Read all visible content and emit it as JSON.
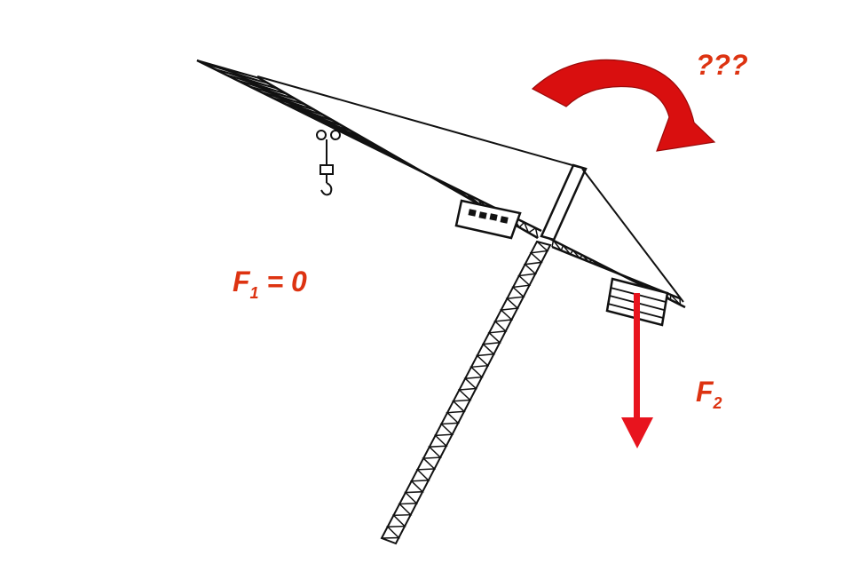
{
  "labels": {
    "question": "???",
    "f1_main": "F",
    "f1_sub": "1",
    "f1_rest": " = 0",
    "f2_main": "F",
    "f2_sub": "2"
  },
  "colors": {
    "accent": "#dd3311",
    "force_arrow": "#e8141e",
    "moment_arrow": "#d90f0f",
    "ink": "#111111"
  },
  "icons": [
    "curved-moment-arrow",
    "force-arrow-down",
    "tower-crane"
  ]
}
